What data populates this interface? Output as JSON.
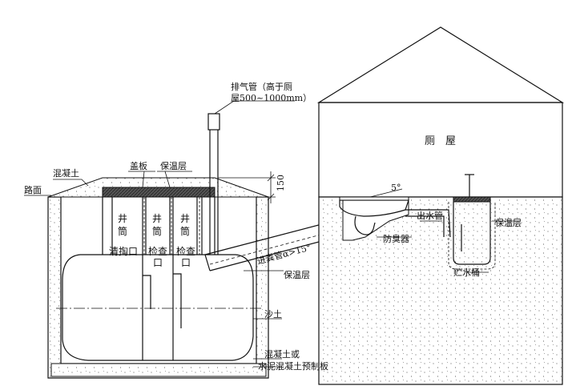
{
  "labels": {
    "vent_pipe_1": "排气管（高于厕",
    "vent_pipe_2": "屋500~1000mm）",
    "concrete_top": "混凝土",
    "road_surface": "路面",
    "cover_plate": "盖板",
    "insulation_top": "保温层",
    "dim_150": "150",
    "well_1": "井",
    "well_2": "筒",
    "cleanout": "清掏口",
    "inspect_1": "检查",
    "inspect_2": "口",
    "inlet_pipe": "进粪管α>15°",
    "insulation_pipe": "保温层",
    "sand": "沙土",
    "base_1": "混凝土或",
    "base_2": "水泥混凝土预制板",
    "toilet_house_1": "厕",
    "toilet_house_2": "屋",
    "angle": "5°",
    "outlet_pipe": "出水管",
    "insulation_right": "保温层",
    "odor_trap": "防臭器",
    "water_bucket": "贮水桶"
  }
}
